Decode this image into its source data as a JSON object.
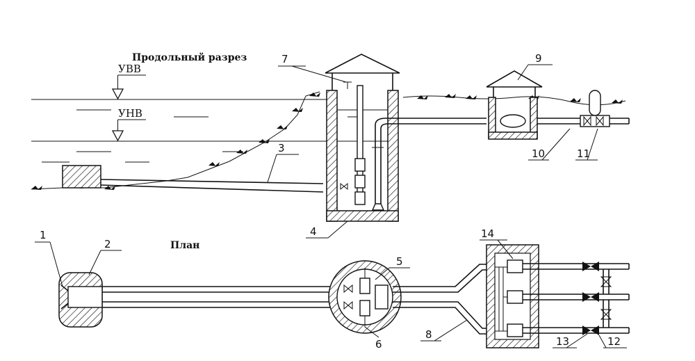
{
  "titles": {
    "section": "Продольный разрез",
    "plan": "План"
  },
  "levels": {
    "high": "УВВ",
    "low": "УНВ"
  },
  "labels": {
    "n1": "1",
    "n2": "2",
    "n3": "3",
    "n4": "4",
    "n5": "5",
    "n6": "6",
    "n7": "7",
    "n8": "8",
    "n9": "9",
    "n10": "10",
    "n11": "11",
    "n12": "12",
    "n13": "13",
    "n14": "14"
  },
  "colors": {
    "ink": "#111111",
    "paper": "#ffffff"
  }
}
